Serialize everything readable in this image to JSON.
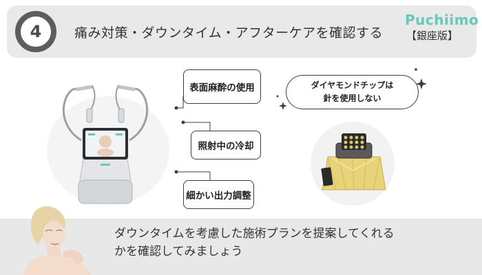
{
  "header": {
    "step_number": "4",
    "title": "痛み対策・ダウンタイム・アフターケアを確認する",
    "brand_name": "Puchiimo",
    "brand_sub": "【銀座版】"
  },
  "labels": {
    "anesthesia": "表面麻酔の使用",
    "cooling": "照射中の冷却",
    "output": "細かい出力調整"
  },
  "bubble": {
    "line1": "ダイヤモンドチップは",
    "line2": "針を使用しない"
  },
  "bottom": {
    "line1": "ダウンタイムを考慮した施術プランを提案してくれる",
    "line2": "かを確認してみましょう"
  },
  "colors": {
    "brand": "#6cc7bb",
    "header_bg": "#e9e9e9",
    "circle_border": "#5d5d5d"
  }
}
